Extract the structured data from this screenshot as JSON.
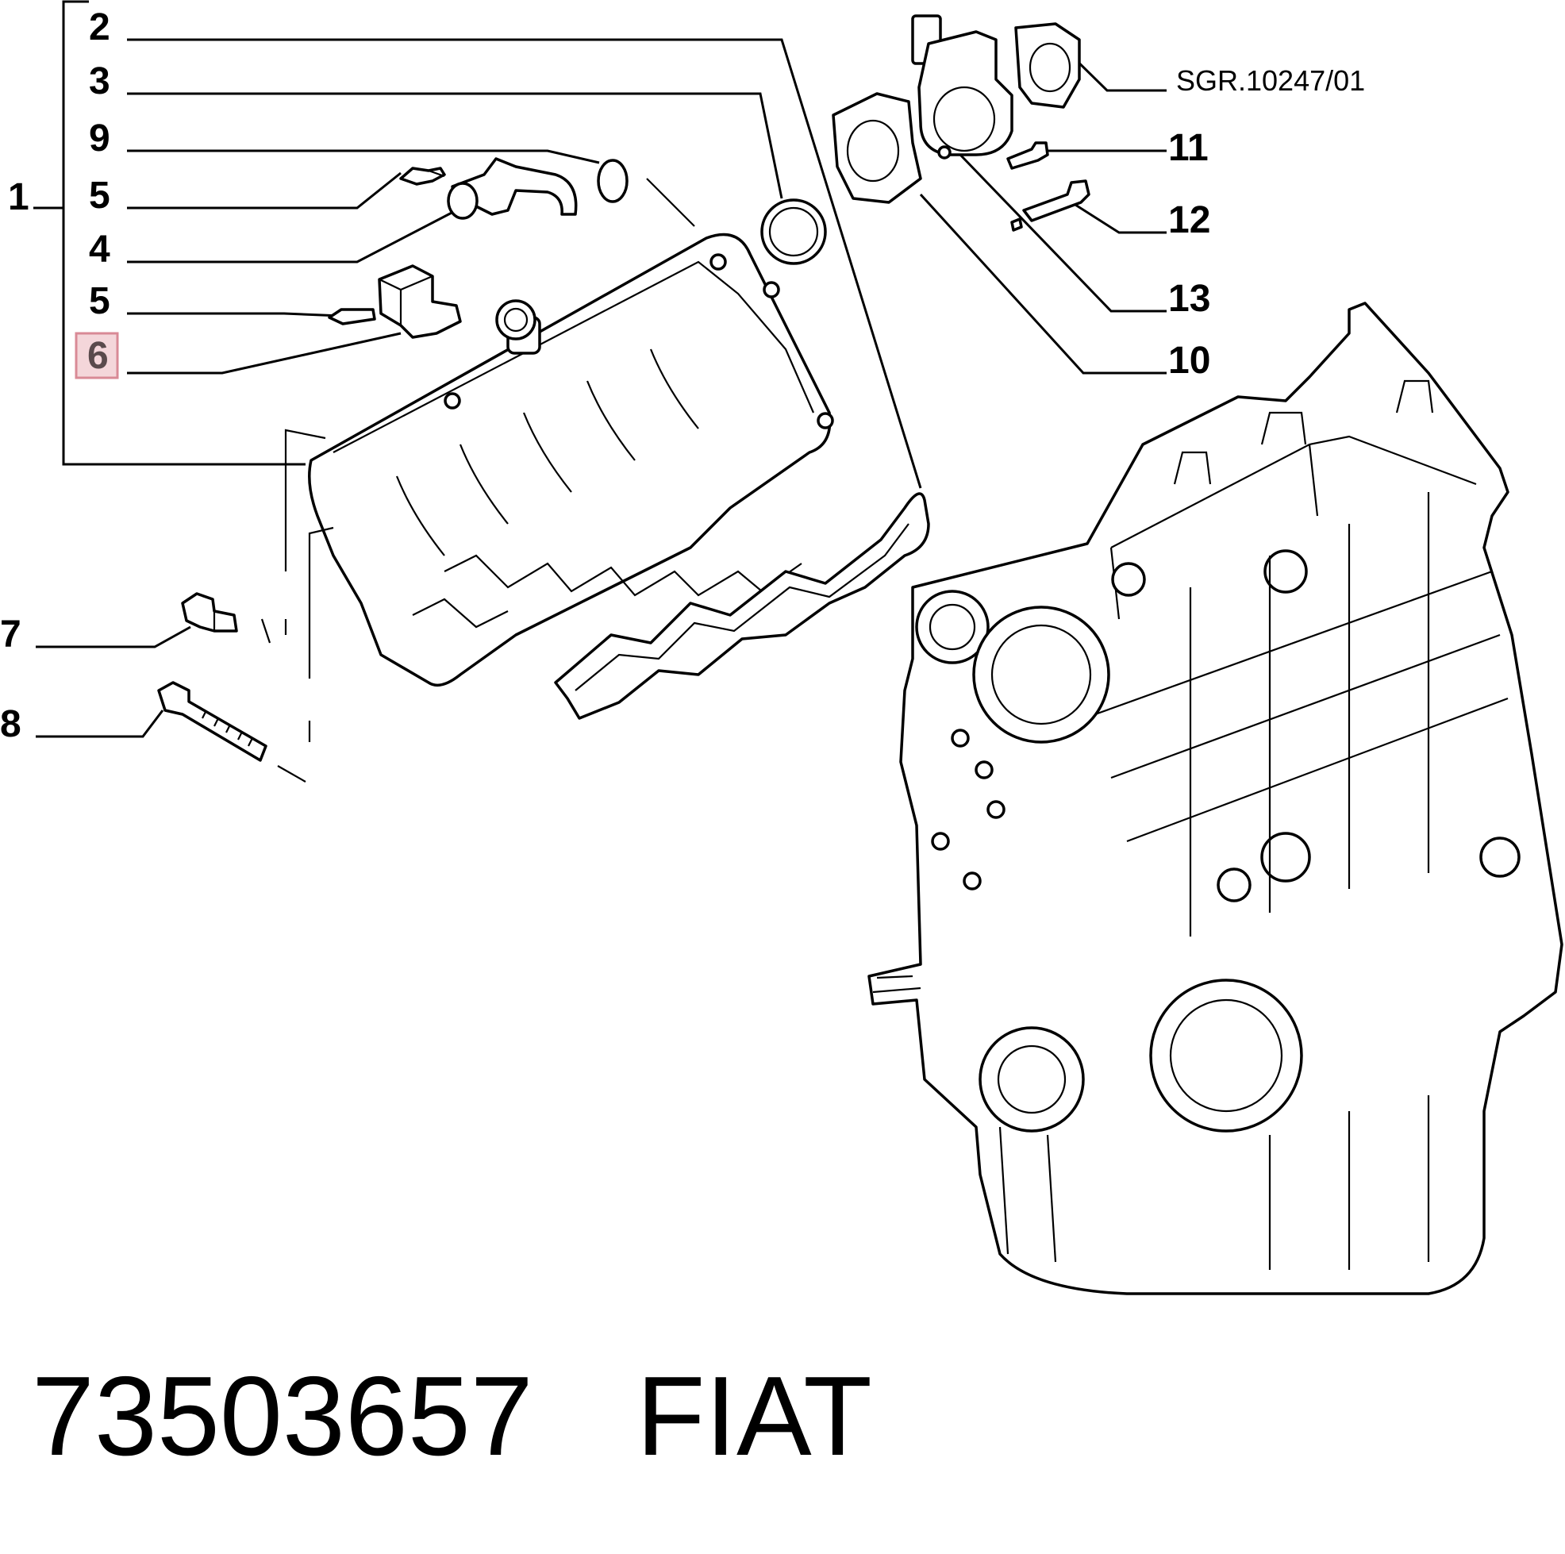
{
  "callouts": {
    "c1": "1",
    "c2": "2",
    "c3": "3",
    "c9": "9",
    "c5a": "5",
    "c4": "4",
    "c5b": "5",
    "c6": "6",
    "c7": "7",
    "c8": "8",
    "c11": "11",
    "c12": "12",
    "c13": "13",
    "c10": "10"
  },
  "reference": "SGR.10247/01",
  "highlighted_callout": "6",
  "highlight_color": "#f4d6da",
  "footer": {
    "part_number": "73503657",
    "brand": "FIAT"
  }
}
